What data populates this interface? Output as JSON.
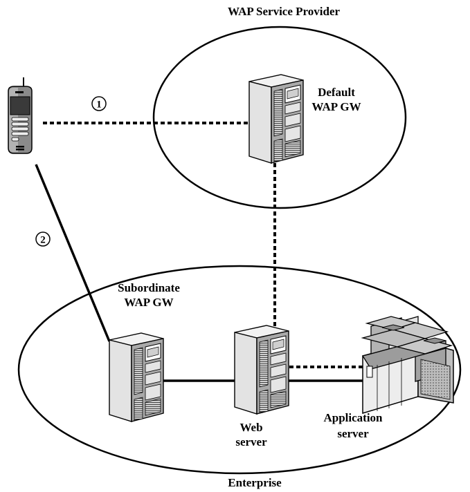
{
  "regions": {
    "wap_provider": "WAP Service Provider",
    "enterprise": "Enterprise"
  },
  "nodes": {
    "default_gw": [
      "Default",
      "WAP GW"
    ],
    "subordinate_gw": [
      "Subordinate",
      "WAP GW"
    ],
    "web_server": [
      "Web",
      "server"
    ],
    "app_server": [
      "Application",
      "server"
    ]
  },
  "paths": {
    "path_1": "1",
    "path_2": "2"
  },
  "links": [
    {
      "from": "mobile-phone",
      "to": "default-wap-gateway",
      "style": "dotted",
      "marker": "1"
    },
    {
      "from": "default-wap-gateway",
      "to": "web-server",
      "style": "dotted"
    },
    {
      "from": "mobile-phone",
      "to": "subordinate-wap-gateway",
      "style": "solid",
      "marker": "2"
    },
    {
      "from": "subordinate-wap-gateway",
      "to": "web-server",
      "style": "solid"
    },
    {
      "from": "web-server",
      "to": "application-server",
      "style": "dotted+solid"
    }
  ]
}
